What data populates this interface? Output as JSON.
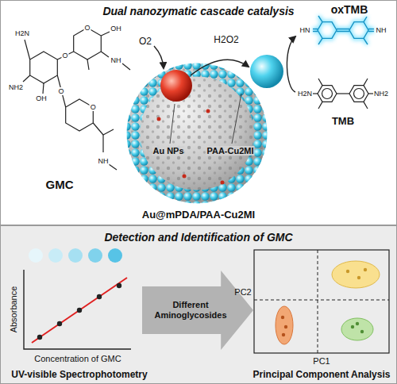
{
  "diagram": {
    "nodes": [
      {
        "text": [
          "Dual nanozymatic cascade catalysis"
        ]
      },
      {
        "text": [
          "Detection and Identification of GMC"
        ]
      },
      {
        "text": [
          "Different Aminoglycosides"
        ],
        "in": 1
      }
    ],
    "labels": [
      "GMC",
      "O2",
      "H2O2",
      "oxTMB",
      "TMB",
      "Au NPs",
      "PAA-Cu2MI",
      "Au@mPDA/PAA-Cu2MI",
      "H2N",
      "NH2",
      "OH",
      "O",
      "O",
      "NH",
      "OH",
      "O",
      "O",
      "NH",
      "HN",
      "NH",
      "H2N",
      "NH2",
      "Absorbance",
      "Concentration of GMC",
      "UV-visible Spectrophotometry",
      "PC1",
      "PC2",
      "Principal Component Analysis"
    ]
  }
}
